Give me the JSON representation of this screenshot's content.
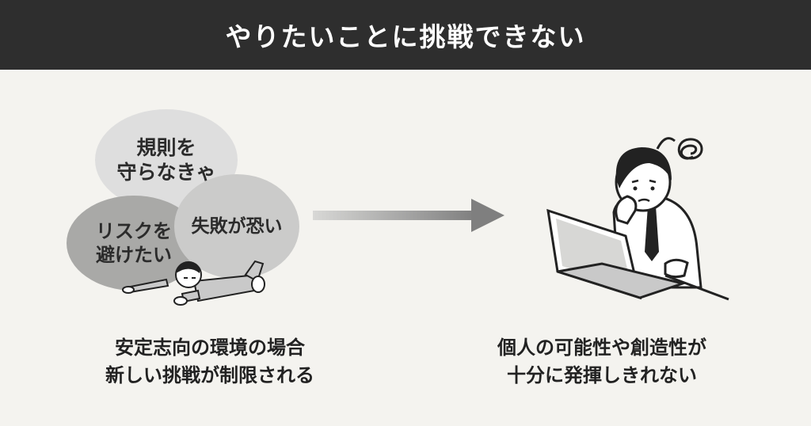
{
  "header": {
    "title": "やりたいことに挑戦できない"
  },
  "left": {
    "bubbles": [
      {
        "text": "規則を\n守らなきゃ"
      },
      {
        "text": "失敗が恐い"
      },
      {
        "text": "リスクを\n避けたい"
      }
    ],
    "caption": "安定志向の環境の場合\n新しい挑戦が制限される"
  },
  "right": {
    "caption": "個人の可能性や創造性が\n十分に発揮しきれない"
  },
  "colors": {
    "header_bg": "#2e2e2e",
    "background": "#f4f3ef",
    "arrow": "#8a8a8a"
  }
}
